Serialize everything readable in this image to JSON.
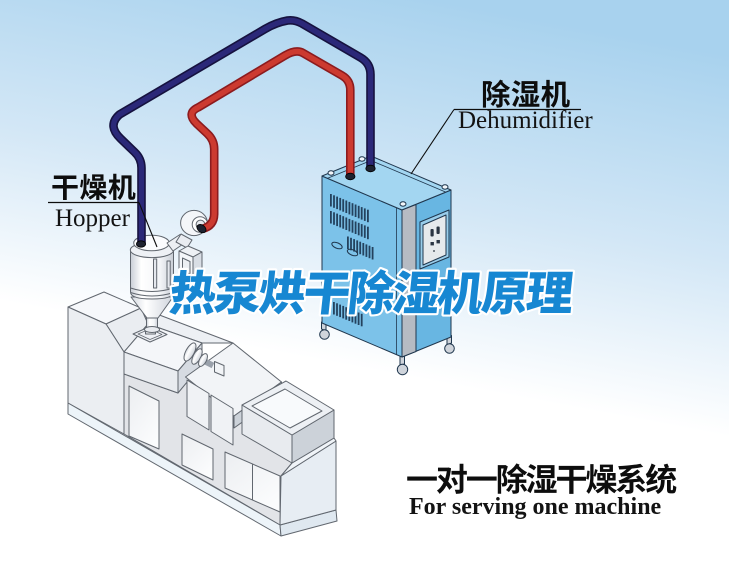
{
  "title": {
    "zh": "热泵烘干除湿机原理",
    "color": "#1787d2"
  },
  "labels": {
    "hopper": {
      "zh": "干燥机",
      "en": "Hopper"
    },
    "dehumidifier": {
      "zh": "除湿机",
      "en": "Dehumidifier"
    }
  },
  "caption": {
    "zh": "一对一除湿干燥系统",
    "en": "For serving one machine"
  },
  "colors": {
    "sky_top": "#a6d1ed",
    "sky_bottom": "#ffffff",
    "pipe_red": "#cc3a30",
    "pipe_red_dark": "#8c1b1e",
    "pipe_navy": "#2b2878",
    "pipe_navy_dark": "#16123f",
    "dehumidifier_blue": "#7cc2e9",
    "machine_grey": "#d2d6dc",
    "label_ink": "#131313"
  }
}
